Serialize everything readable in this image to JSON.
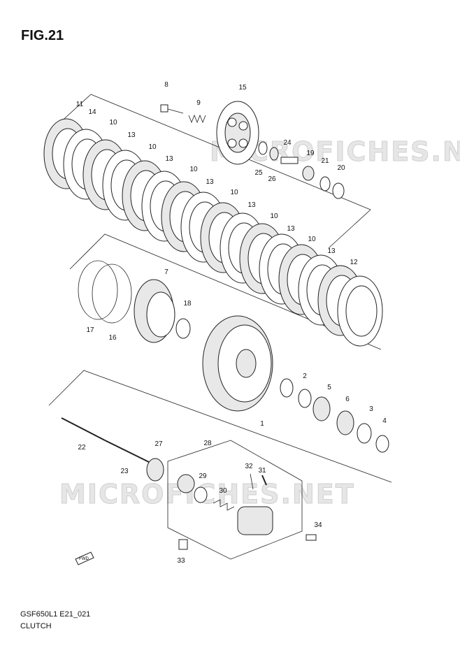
{
  "figure_title": "FIG.21",
  "footer": {
    "code": "GSF650L1 E21_021",
    "caption": "CLUTCH"
  },
  "watermark": "MICROFICHES.NET",
  "fwd_label": "FWD",
  "callouts": [
    {
      "id": "c8",
      "text": "8"
    },
    {
      "id": "c9",
      "text": "9"
    },
    {
      "id": "c15",
      "text": "15"
    },
    {
      "id": "c11",
      "text": "11"
    },
    {
      "id": "c14",
      "text": "14"
    },
    {
      "id": "c10a",
      "text": "10"
    },
    {
      "id": "c13a",
      "text": "13"
    },
    {
      "id": "c10b",
      "text": "10"
    },
    {
      "id": "c13b",
      "text": "13"
    },
    {
      "id": "c10c",
      "text": "10"
    },
    {
      "id": "c13c",
      "text": "13"
    },
    {
      "id": "c10d",
      "text": "10"
    },
    {
      "id": "c13d",
      "text": "13"
    },
    {
      "id": "c10e",
      "text": "10"
    },
    {
      "id": "c13e",
      "text": "13"
    },
    {
      "id": "c10f",
      "text": "10"
    },
    {
      "id": "c13f",
      "text": "13"
    },
    {
      "id": "c12",
      "text": "12"
    },
    {
      "id": "c24",
      "text": "24"
    },
    {
      "id": "c19",
      "text": "19"
    },
    {
      "id": "c21",
      "text": "21"
    },
    {
      "id": "c20",
      "text": "20"
    },
    {
      "id": "c25",
      "text": "25"
    },
    {
      "id": "c26",
      "text": "26"
    },
    {
      "id": "c7",
      "text": "7"
    },
    {
      "id": "c18",
      "text": "18"
    },
    {
      "id": "c17",
      "text": "17"
    },
    {
      "id": "c16",
      "text": "16"
    },
    {
      "id": "c2",
      "text": "2"
    },
    {
      "id": "c5",
      "text": "5"
    },
    {
      "id": "c6",
      "text": "6"
    },
    {
      "id": "c3",
      "text": "3"
    },
    {
      "id": "c4",
      "text": "4"
    },
    {
      "id": "c1",
      "text": "1"
    },
    {
      "id": "c22",
      "text": "22"
    },
    {
      "id": "c23",
      "text": "23"
    },
    {
      "id": "c27",
      "text": "27"
    },
    {
      "id": "c28",
      "text": "28"
    },
    {
      "id": "c32",
      "text": "32"
    },
    {
      "id": "c31",
      "text": "31"
    },
    {
      "id": "c29",
      "text": "29"
    },
    {
      "id": "c30",
      "text": "30"
    },
    {
      "id": "c34",
      "text": "34"
    },
    {
      "id": "c33",
      "text": "33"
    }
  ]
}
